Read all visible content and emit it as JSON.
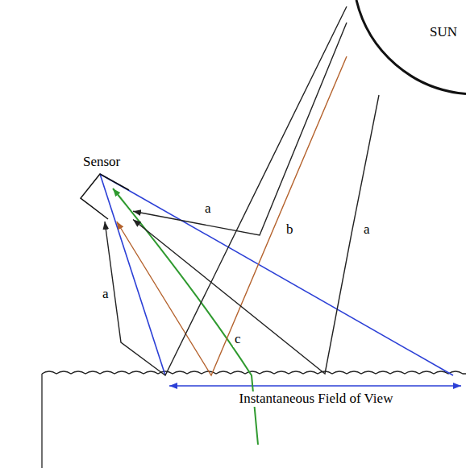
{
  "diagram": {
    "nodes": [
      {
        "text": [
          "SUN"
        ]
      },
      {
        "text": [
          "Sensor"
        ]
      }
    ],
    "edges": [
      {
        "from": 0,
        "to": 1,
        "label": "a",
        "arrow": "to"
      },
      {
        "from": 0,
        "to": 1,
        "label": "b",
        "arrow": "to"
      },
      {
        "from": 0,
        "to": 1,
        "label": "a",
        "arrow": "to"
      },
      {
        "from": 0,
        "to": 1,
        "label": "a",
        "arrow": "to"
      }
    ],
    "labels": [
      "c",
      "Instantaneous Field of View"
    ]
  }
}
